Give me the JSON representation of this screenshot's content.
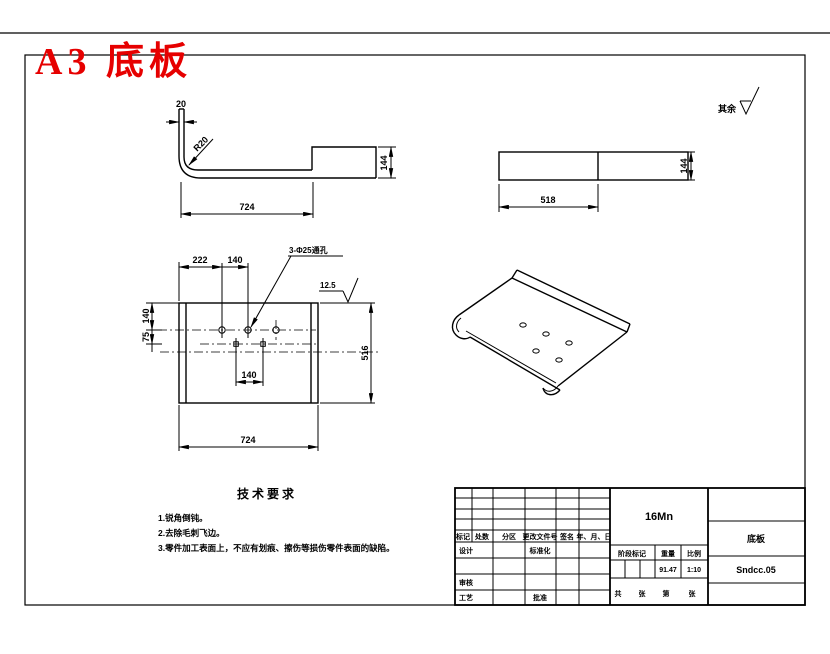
{
  "page": {
    "title_label": "A3 底板",
    "accent_red": "#e60000",
    "other_surfaces_label": "其余"
  },
  "side_view": {
    "thickness": "20",
    "radius": "R20",
    "height": "144",
    "length": "724"
  },
  "end_view": {
    "width": "518",
    "height": "144"
  },
  "top_view": {
    "d_edge": "222",
    "d_pitch": "140",
    "d_row": "140",
    "d_rowgap": "75",
    "d_lower": "140",
    "d_depth": "516",
    "d_length": "724",
    "hole_note": "3-Φ25通孔",
    "roughness": "12.5"
  },
  "tech": {
    "title": "技术要求",
    "items": [
      "1.锐角倒钝。",
      "2.去除毛刺飞边。",
      "3.零件加工表面上，不应有划痕、擦伤等损伤零件表面的缺陷。"
    ]
  },
  "tb": {
    "material": "16Mn",
    "part_name": "底板",
    "drawing_no": "Sndcc.05",
    "weight": "91.47",
    "scale": "1:10",
    "h_mark": "标记",
    "h_count": "处数",
    "h_zone": "分区",
    "h_file": "更改文件号",
    "h_sign": "签名",
    "h_date": "年、月、日",
    "r_design": "设计",
    "r_std": "标准化",
    "r_check": "审核",
    "r_proc": "工艺",
    "r_appr": "批准",
    "h_stage": "阶段标记",
    "h_weight": "重量",
    "h_scale": "比例",
    "s_total": "共",
    "s_sheet": "张",
    "s_no": "第",
    "s_sheet2": "张"
  }
}
